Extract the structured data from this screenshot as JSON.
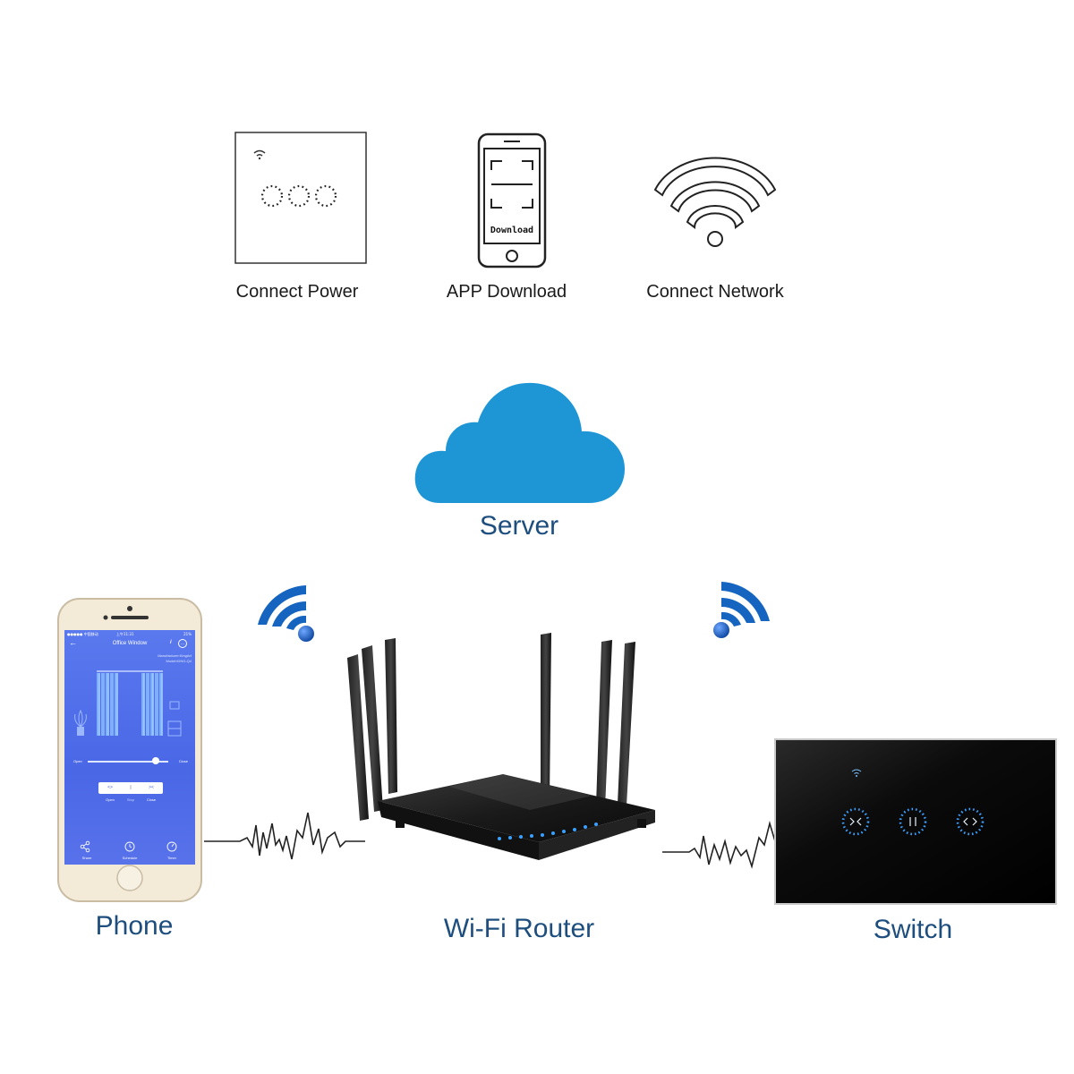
{
  "steps": [
    {
      "label": "Connect Power",
      "icon": "switch-panel-icon"
    },
    {
      "label": "APP Download",
      "icon": "phone-download-icon",
      "screen_text": "Download"
    },
    {
      "label": "Connect Network",
      "icon": "wifi-icon"
    }
  ],
  "nodes": {
    "server": {
      "label": "Server",
      "icon": "cloud-icon"
    },
    "phone": {
      "label": "Phone",
      "icon": "smartphone-icon"
    },
    "router": {
      "label": "Wi-Fi Router",
      "icon": "router-icon"
    },
    "switch": {
      "label": "Switch",
      "icon": "touch-switch-icon"
    }
  },
  "phone_app": {
    "status_carrier": "●●●●● 中国移动",
    "status_time": "上午11:31",
    "status_battery": "21%",
    "title": "Office Window",
    "manufacturer": "Manufacturer:KingArt",
    "model": "Model:KING-Q4",
    "slider_left": "Open",
    "slider_right": "Close",
    "controls": [
      "Open",
      "Stop",
      "Close"
    ],
    "bottom_nav": [
      "Share",
      "Schedule",
      "Timer"
    ]
  },
  "colors": {
    "cloud": "#1e96d6",
    "label_blue": "#1d4e7e",
    "app_blue": "#4a67e6",
    "wifi_blue": "#1565c0",
    "switch_led": "#3aa0ff"
  }
}
